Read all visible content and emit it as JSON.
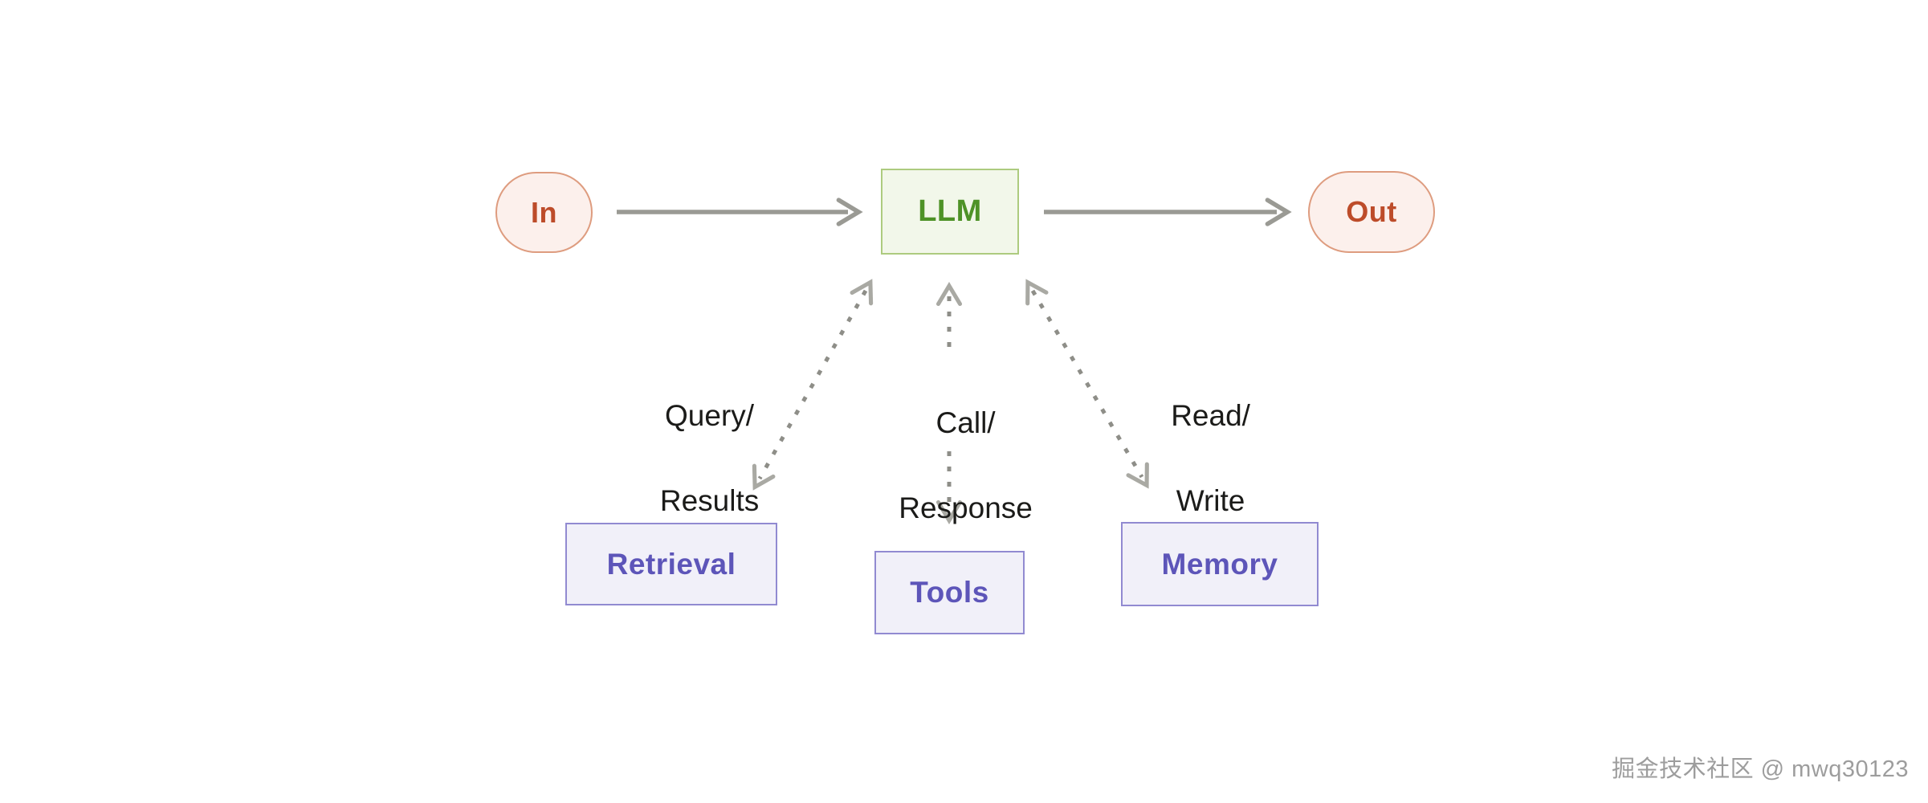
{
  "diagram": {
    "nodes": {
      "input": {
        "label": "In"
      },
      "llm": {
        "label": "LLM"
      },
      "output": {
        "label": "Out"
      },
      "retrieval": {
        "label": "Retrieval"
      },
      "tools": {
        "label": "Tools"
      },
      "memory": {
        "label": "Memory"
      }
    },
    "edge_labels": {
      "retrieval": {
        "line1": "Query/",
        "line2": "Results"
      },
      "tools": {
        "line1": "Call/",
        "line2": "Response"
      },
      "memory": {
        "line1": "Read/",
        "line2": "Write"
      }
    },
    "colors": {
      "orange_node_bg": "#FCF0EC",
      "orange_node_border": "#DE9C7F",
      "orange_node_text": "#BD4C2A",
      "green_node_bg": "#F2F7EA",
      "green_node_border": "#ADCB7F",
      "green_node_text": "#4E9227",
      "purple_node_bg": "#F1F0F9",
      "purple_node_border": "#918AD1",
      "purple_node_text": "#5D55B9",
      "solid_arrow": "#9A9A94",
      "dashed_arrow": "#8E8E88",
      "arrowhead": "#A9A9A3",
      "label_text": "#1B1B19"
    }
  },
  "watermark": {
    "text": "掘金技术社区 @ mwq30123"
  }
}
